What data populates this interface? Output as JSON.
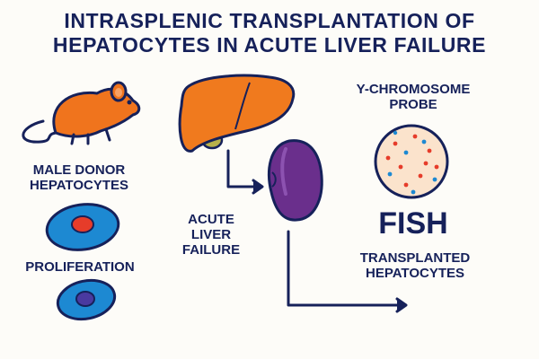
{
  "title": {
    "line1": "INTRASPLENIC TRANSPLANTATION OF",
    "line2": "HEPATOCYTES IN ACUTE LIVER FAILURE"
  },
  "labels": {
    "donor": "MALE DONOR\nHEPATOCYTES",
    "proliferation": "PROLIFERATION",
    "alf": "ACUTE\nLIVER\nFAILURE",
    "probe": "Y-CHROMOSOME\nPROBE",
    "fish": "FISH",
    "transplanted": "TRANSPLANTED\nHEPATOCYTES"
  },
  "icons": [
    "rat-icon",
    "donor-cell-icon",
    "proliferating-cell-icon",
    "liver-icon",
    "spleen-icon",
    "fish-dish-icon"
  ],
  "colors": {
    "text": "#16215a",
    "rat": "#f0741d",
    "liver": "#f07a1e",
    "spleen": "#6a2f8c",
    "cell": "#1d89d2",
    "nucleus_red": "#e63c2a",
    "nucleus_purple": "#4a3aa0",
    "dish": "#fbe3cc"
  }
}
